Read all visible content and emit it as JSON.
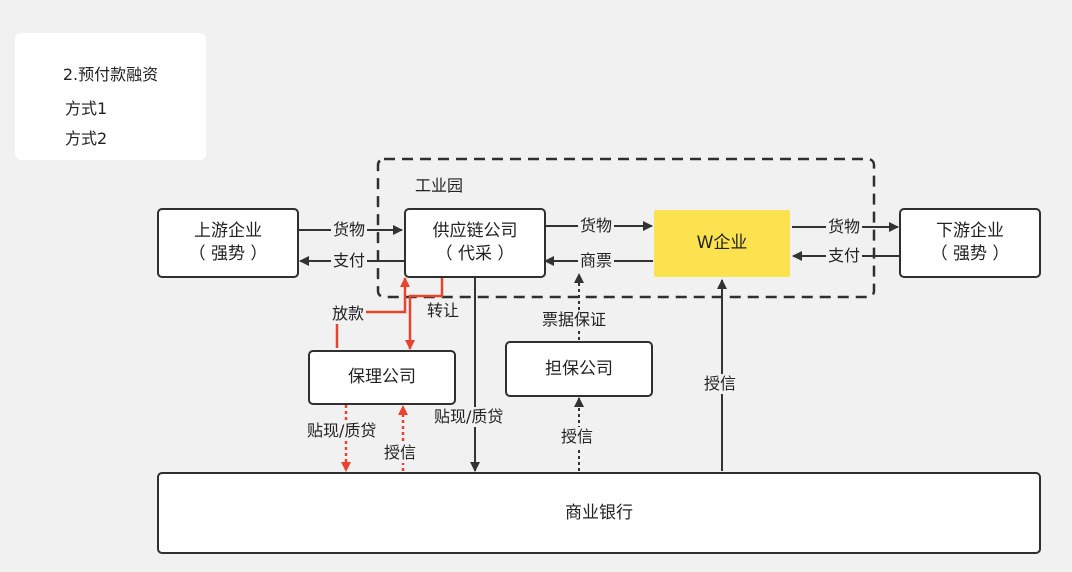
{
  "legend": {
    "title": "2.预付款融资",
    "method1": "方式1",
    "method2": "方式2"
  },
  "colors": {
    "method1": "#333333",
    "method2": "#e8432f",
    "highlight": "#fce24f"
  },
  "region": {
    "label": "工业园"
  },
  "nodes": {
    "upstream": {
      "line1": "上游企业",
      "line2": "（ 强势 ）"
    },
    "supply_chain": {
      "line1": "供应链公司",
      "line2": "（ 代采 ）"
    },
    "w_company": {
      "line1": "W企业"
    },
    "downstream": {
      "line1": "下游企业",
      "line2": "（ 强势 ）"
    },
    "factoring": {
      "line1": "保理公司"
    },
    "guarantee": {
      "line1": "担保公司"
    },
    "bank": {
      "line1": "商业银行"
    }
  },
  "edges": {
    "goods_up": "货物",
    "pay_up": "支付",
    "goods_mid": "货物",
    "note_mid": "商票",
    "goods_down": "货物",
    "pay_down": "支付",
    "loan": "放款",
    "transfer": "转让",
    "bill_guarantee": "票据保证",
    "discount_pledge_left": "贴现/质贷",
    "credit_left": "授信",
    "discount_pledge_mid": "贴现/质贷",
    "credit_mid": "授信",
    "credit_right": "授信"
  }
}
